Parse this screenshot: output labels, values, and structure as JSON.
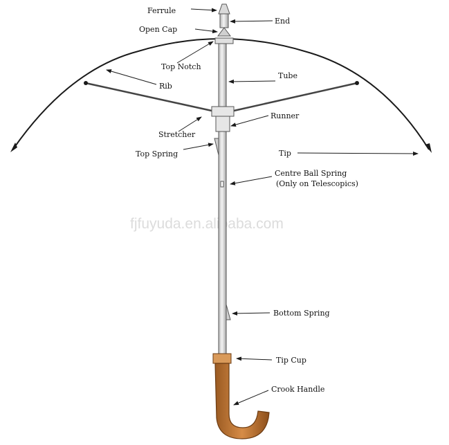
{
  "labels": {
    "ferrule": "Ferrule",
    "end": "End",
    "open_cap": "Open Cap",
    "top_notch": "Top Notch",
    "tube": "Tube",
    "rib": "Rib",
    "runner": "Runner",
    "stretcher": "Stretcher",
    "top_spring": "Top Spring",
    "tip": "Tip",
    "centre_ball_spring": "Centre Ball Spring",
    "only_on_telescopics": "(Only on Telescopics)",
    "bottom_spring": "Bottom Spring",
    "tip_cup": "Tip Cup",
    "crook_handle": "Crook Handle"
  },
  "watermark": "fjfuyuda.en.alibaba.com",
  "colors": {
    "line": "#1a1a1a",
    "shaft": "#e6e6e6",
    "shaft_edge": "#555555",
    "handle": "#c87f40",
    "handle_edge": "#6b3b12",
    "tip_cup": "#d99a5a"
  }
}
